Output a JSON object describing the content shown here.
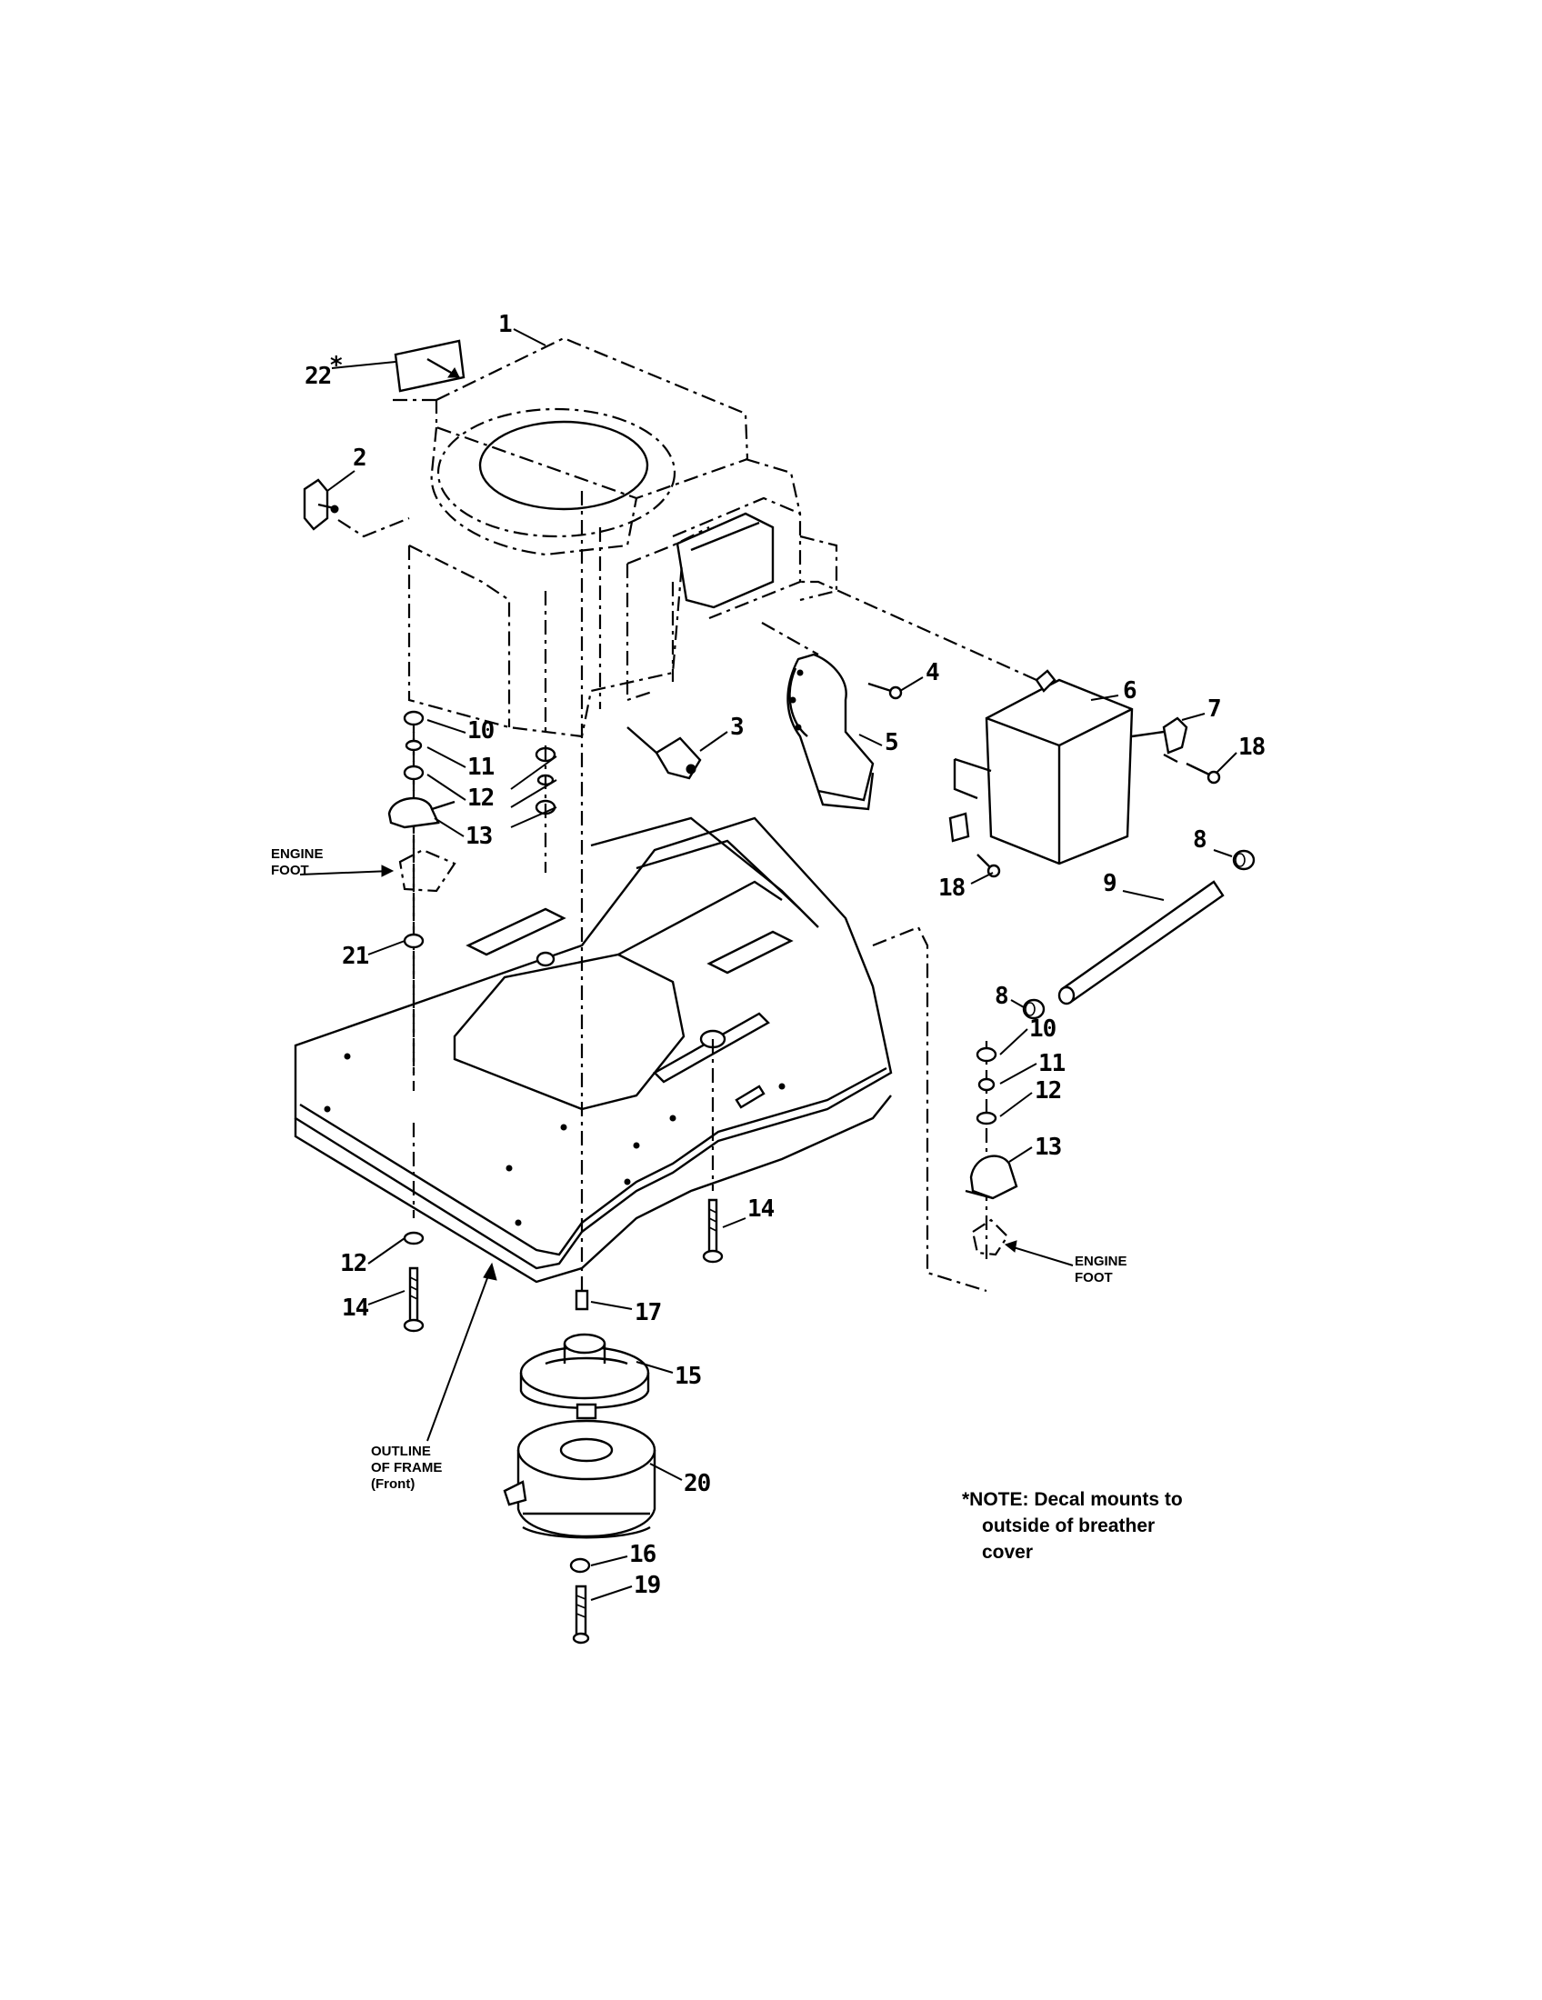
{
  "diagram": {
    "callouts": {
      "c1": "1",
      "c2": "2",
      "c3": "3",
      "c4": "4",
      "c5": "5",
      "c6": "6",
      "c7": "7",
      "c8a": "8",
      "c8b": "8",
      "c9": "9",
      "c10a": "10",
      "c10b": "10",
      "c11a": "11",
      "c11b": "11",
      "c12a": "12",
      "c12b": "12",
      "c12c": "12",
      "c13a": "13",
      "c13b": "13",
      "c14a": "14",
      "c14b": "14",
      "c15": "15",
      "c16": "16",
      "c17": "17",
      "c18a": "18",
      "c18b": "18",
      "c19": "19",
      "c20": "20",
      "c21": "21",
      "c22": "22",
      "c22_star": "*"
    },
    "labels": {
      "engine_foot_left_line1": "ENGINE",
      "engine_foot_left_line2": "FOOT",
      "engine_foot_right_line1": "ENGINE",
      "engine_foot_right_line2": "FOOT",
      "outline_line1": "OUTLINE",
      "outline_line2": "OF FRAME",
      "outline_line3": "(Front)"
    },
    "note": {
      "line1": "*NOTE: Decal mounts to",
      "line2": "outside of breather",
      "line3": "cover"
    }
  }
}
